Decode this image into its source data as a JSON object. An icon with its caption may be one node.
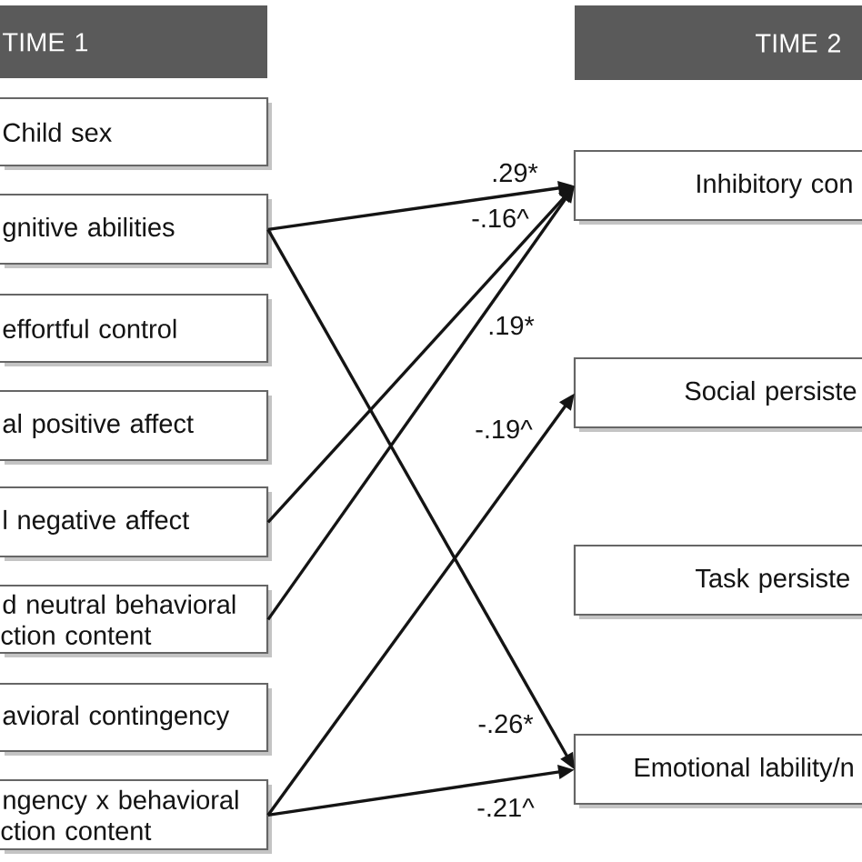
{
  "diagram": {
    "nodes": [
      {
        "text": [
          "TIME 1"
        ]
      },
      {
        "text": [
          "TIME 2"
        ]
      },
      {
        "text": [
          "Child sex"
        ]
      },
      {
        "text": [
          "gnitive abilities"
        ]
      },
      {
        "text": [
          "effortful control"
        ]
      },
      {
        "text": [
          "al positive affect"
        ]
      },
      {
        "text": [
          "l negative affect"
        ]
      },
      {
        "text": [
          "d neutral behavioral ction content"
        ]
      },
      {
        "text": [
          "avioral contingency"
        ]
      },
      {
        "text": [
          "ngency x behavioral ction content"
        ]
      },
      {
        "text": [
          "Inhibitory con"
        ]
      },
      {
        "text": [
          "Social persiste"
        ]
      },
      {
        "text": [
          "Task persiste"
        ]
      },
      {
        "text": [
          "Emotional lability/n"
        ]
      }
    ],
    "edges": [
      {
        "from": 3,
        "to": 10,
        "arrow": "to",
        "label": ".29*"
      },
      {
        "from": 6,
        "to": 10,
        "arrow": "to",
        "label": "-.16^"
      },
      {
        "from": 7,
        "to": 10,
        "arrow": "to",
        "label": ".19*"
      },
      {
        "from": 9,
        "to": 11,
        "arrow": "to",
        "label": "-.19^"
      },
      {
        "from": 3,
        "to": 13,
        "arrow": "to",
        "label": "-.26*"
      },
      {
        "from": 9,
        "to": 13,
        "arrow": "to",
        "label": "-.21^"
      }
    ]
  }
}
